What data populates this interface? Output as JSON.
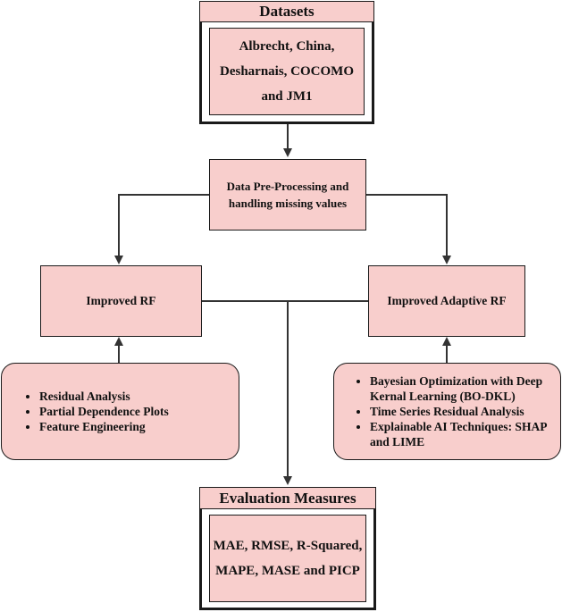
{
  "datasets": {
    "header": "Datasets",
    "content": [
      "Albrecht, China,",
      "Desharnais, COCOMO",
      "and JM1"
    ]
  },
  "preprocessing": {
    "lines": [
      "Data Pre-Processing and",
      "handling missing values"
    ]
  },
  "improved_rf": {
    "label": "Improved RF"
  },
  "improved_adaptive_rf": {
    "label": "Improved Adaptive RF"
  },
  "rf_techniques": {
    "items": [
      "Residual Analysis",
      "Partial Dependence Plots",
      "Feature Engineering"
    ]
  },
  "adaptive_techniques": {
    "items": [
      "Bayesian Optimization with Deep Kernal Learning (BO-DKL)",
      "Time Series Residual Analysis",
      "Explainable AI Techniques: SHAP and LIME"
    ]
  },
  "evaluation": {
    "header": "Evaluation Measures",
    "content": [
      "MAE, RMSE, R-Squared,",
      "MAPE, MASE and PICP"
    ]
  },
  "colors": {
    "box_fill": "#f8cecc",
    "stroke": "#1a1a1a",
    "arrow": "#333333"
  }
}
